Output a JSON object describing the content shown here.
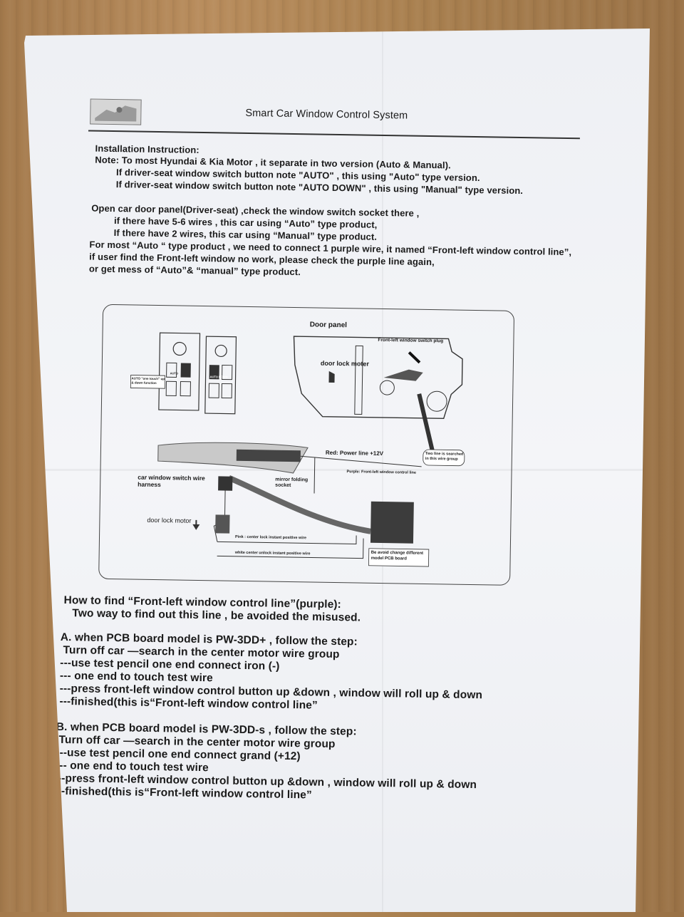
{
  "header": {
    "title": "Smart Car Window Control System"
  },
  "instructions": {
    "heading": "Installation   Instruction:",
    "note_lines": [
      "Note: To most Hyundai & Kia Motor , it  separate in  two version (Auto & Manual).",
      "If driver-seat  window switch button note \"AUTO\"  , this  using  \"Auto\" type version.",
      "If driver-seat  window switch button note \"AUTO DOWN\"  , this using \"Manual\" type version."
    ],
    "check_lines": [
      "Open car  door panel(Driver-seat)   ,check  the  window switch socket there ,",
      "if there have 5-6 wires , this car using “Auto” type product,",
      "If there have 2 wires, this car using “Manual” type product.",
      "For most  “Auto “ type product , we need to connect 1 purple wire, it named “Front-left window control line”,",
      "if  user find the Front-left window no work, please check the purple line again,",
      "or get mess of “Auto”& “manual” type product."
    ]
  },
  "diagram": {
    "labels": {
      "door_panel": "Door  panel",
      "switch_plug": "Front-left window switch plug",
      "door_lock_moter": "door lock moter",
      "auto_note": "AUTO \"one touch\" up & down function",
      "auto": "AUTO",
      "auto_down": "AUTO DOWN",
      "red_wire": "Red: Power line +12V",
      "two_line": "Two line is searched in this wire group",
      "purple_wire": "Purple: Front-left window control line",
      "harness": "car  window switch wire harness",
      "mirror": "mirror folding socket",
      "door_lock_motor": "door lock motor",
      "pink_wire": "Pink :  center lock instant positive wire",
      "white_wire": "white center unlock instant positive wire",
      "pcb_note": "Be avoid change different model PCB board"
    }
  },
  "howto": {
    "title": "How to find “Front-left window control line”(purple):",
    "subtitle": "Two way to find out  this line , be avoided the misused.",
    "a_title": "A. when PCB board model is PW-3DD+ ,  follow the step:",
    "a_lines": [
      "Turn off car —search in the center motor wire group",
      "---use test pencil one end connect iron (-)",
      "--- one end to touch test  wire",
      "---press  front-left window  control button up &down , window  will roll up & down",
      "---finished(this is“Front-left window control line”"
    ],
    "b_title": "B. when PCB board model is PW-3DD-s ,  follow the step:",
    "b_lines": [
      "Turn off car —search in the center motor wire group",
      "---use test pencil one end connect grand (+12)",
      "--- one end to touch test  wire",
      "---press  front-left window  control button up &down , window  will roll up & down",
      "---finished(this is“Front-left window control line”"
    ]
  }
}
